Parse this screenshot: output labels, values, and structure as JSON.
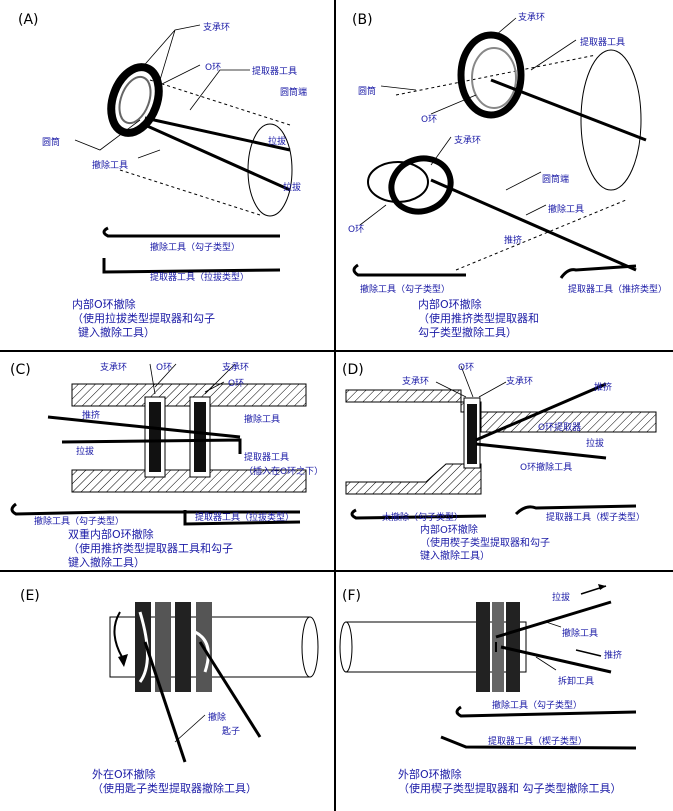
{
  "panels": [
    {
      "id": "A",
      "letter": "(A)",
      "labels": [
        "支承环",
        "O环",
        "提取器工具",
        "圆筒",
        "圆筒端",
        "拉拔",
        "拉拔",
        "撤除工具",
        "撤除工具（勾子类型）",
        "提取器工具（拉拔类型）"
      ],
      "caption": [
        "内部O环撤除",
        "（使用拉拔类型提取器和勾子",
        "键入撤除工具）"
      ]
    },
    {
      "id": "B",
      "letter": "(B)",
      "labels": [
        "支承环",
        "提取器工具",
        "圆筒",
        "O环",
        "圆筒端",
        "支承环",
        "O环",
        "撤除工具",
        "推挤",
        "撤除工具（勾子类型）",
        "提取器工具（推挤类型）"
      ],
      "caption": [
        "内部O环撤除",
        "（使用推挤类型提取器和",
        "勾子类型撤除工具）"
      ]
    },
    {
      "id": "C",
      "letter": "(C)",
      "labels": [
        "支承环",
        "O环",
        "支承环",
        "O环",
        "推挤",
        "撤除工具",
        "拉拔",
        "提取器工具",
        "（插入在O环之下）",
        "撤除工具（勾子类型）",
        "提取器工具（拉拔类型）"
      ],
      "caption": [
        "双重内部O环撤除",
        "（使用推挤类型提取器工具和勾子",
        "键入撤除工具）"
      ]
    },
    {
      "id": "D",
      "letter": "(D)",
      "labels": [
        "支承环",
        "O环",
        "支承环",
        "推挤",
        "O环提取器",
        "拉拔",
        "O环撤除工具",
        "太撤除（勾子类型）",
        "提取器工具（楔子类型）"
      ],
      "caption": [
        "内部O环撤除",
        "（使用楔子类型提取器和勾子",
        "键入撤除工具）"
      ]
    },
    {
      "id": "E",
      "letter": "(E)",
      "labels": [
        "撤除",
        "匙子"
      ],
      "caption": [
        "外在O环撤除",
        "（使用匙子类型提取器撤除工具）"
      ]
    },
    {
      "id": "F",
      "letter": "(F)",
      "labels": [
        "拉拔",
        "撤除工具",
        "推挤",
        "拆卸工具",
        "撤除工具（勾子类型）",
        "提取器工具（楔子类型）"
      ],
      "caption": [
        "外部O环撤除",
        "（使用楔子类型提取器和 勾子类型撤除工具）"
      ]
    }
  ]
}
